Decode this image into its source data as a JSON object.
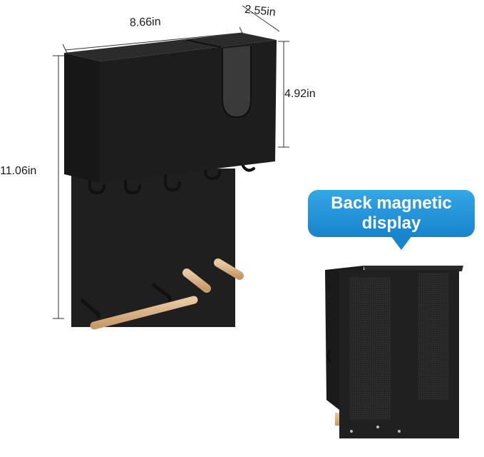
{
  "dimensions": {
    "width": "8.66in",
    "depth": "2.55in",
    "total_height": "11.06in",
    "box_height": "4.92in"
  },
  "callout": {
    "line1": "Back magnetic",
    "line2": "display"
  },
  "colors": {
    "product_black": "#1c1c1c",
    "wood": "#d9b38a",
    "callout_blue": "#1f8fd8"
  }
}
